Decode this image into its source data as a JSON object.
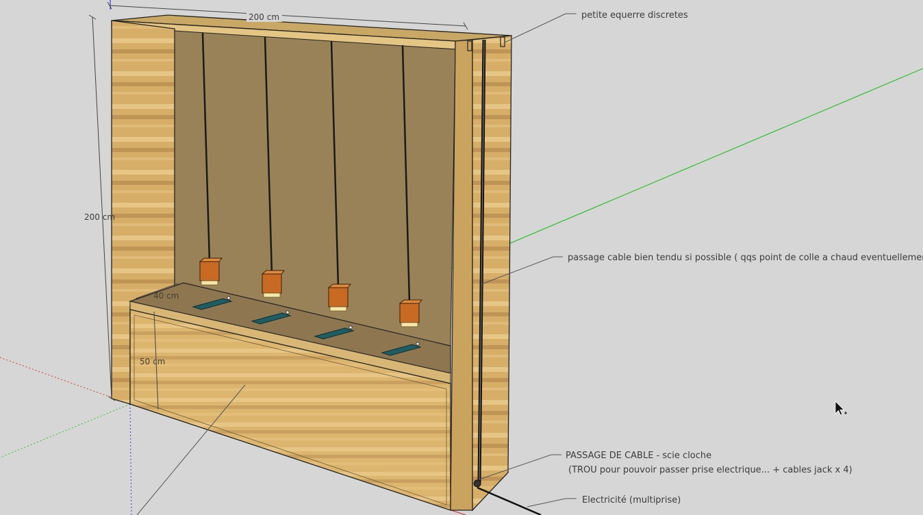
{
  "dimensions": {
    "width": "200 cm",
    "height": "200 cm",
    "shelf_depth": "40 cm",
    "base_height": "50 cm"
  },
  "annotations": {
    "bracket": "petite equerre discretes",
    "cable_taut": "passage cable bien tendu si possible ( qqs point de colle a chaud eventuellement )",
    "cable_hole_title": "PASSAGE DE CABLE - scie cloche",
    "cable_hole_note": "(TROU pour pouvoir passer prise electrique... + cables jack x 4)",
    "electricity": "Electricité (multiprise)"
  },
  "colors": {
    "background": "#d6d6d6",
    "wood": "#dcb56e",
    "wood_dark": "#c69a52",
    "interior": "#8d7650",
    "lamp": "#c96a24",
    "pad": "#1f5d63",
    "axis_green": "#2fbf2f",
    "axis_red": "#d23a3a",
    "axis_blue": "#3a3ad2"
  },
  "icons": [
    "pendant-lamp-icon",
    "phone-pad-icon",
    "mouse-cursor-icon"
  ]
}
